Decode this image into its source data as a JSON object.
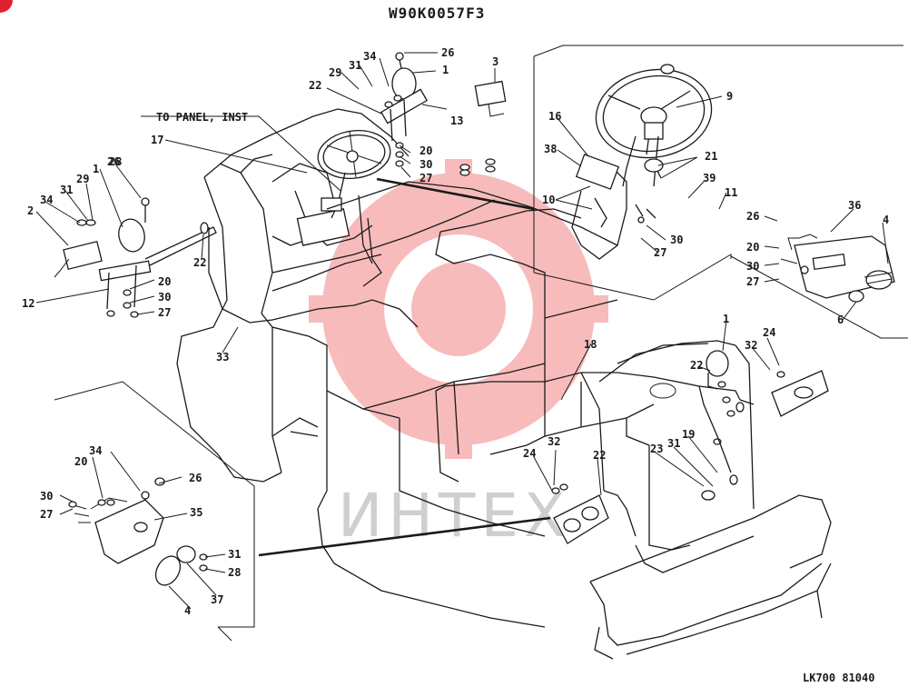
{
  "document": {
    "code": "W90K0057F3",
    "note": "TO PANEL, INST",
    "footer_code": "LK700 81040",
    "watermark": "ИНТЕХ"
  },
  "callouts": {
    "c1": "1",
    "c2": "1",
    "c3": "1",
    "c4": "2",
    "c5": "3",
    "c6": "4",
    "c7": "4",
    "c8": "6",
    "c9": "9",
    "c10": "10",
    "c11": "11",
    "c12": "12",
    "c13": "13",
    "c14": "16",
    "c15": "17",
    "c16": "18",
    "c17": "19",
    "c18": "20",
    "c19": "20",
    "c20": "20",
    "c21": "20",
    "c22": "21",
    "c23": "22",
    "c24": "22",
    "c25": "22",
    "c26": "22",
    "c27": "23",
    "c28": "24",
    "c29": "24",
    "c30": "26",
    "c31": "26",
    "c32": "26",
    "c33": "26",
    "c34": "27",
    "c35": "27",
    "c36": "27",
    "c37": "27",
    "c38": "27",
    "c39": "28",
    "c40": "28",
    "c41": "29",
    "c42": "29",
    "c43": "30",
    "c44": "30",
    "c45": "30",
    "c46": "30",
    "c47": "30",
    "c48": "31",
    "c49": "31",
    "c50": "31",
    "c51": "31",
    "c52": "32",
    "c53": "32",
    "c54": "33",
    "c55": "34",
    "c56": "34",
    "c57": "34",
    "c58": "35",
    "c59": "36",
    "c60": "37",
    "c61": "38",
    "c62": "39"
  },
  "colors": {
    "ink": "#1a1a1a",
    "watermark_red": "#e83030",
    "watermark_gray": "#cfcfcf",
    "badge_red": "#e0202a"
  }
}
